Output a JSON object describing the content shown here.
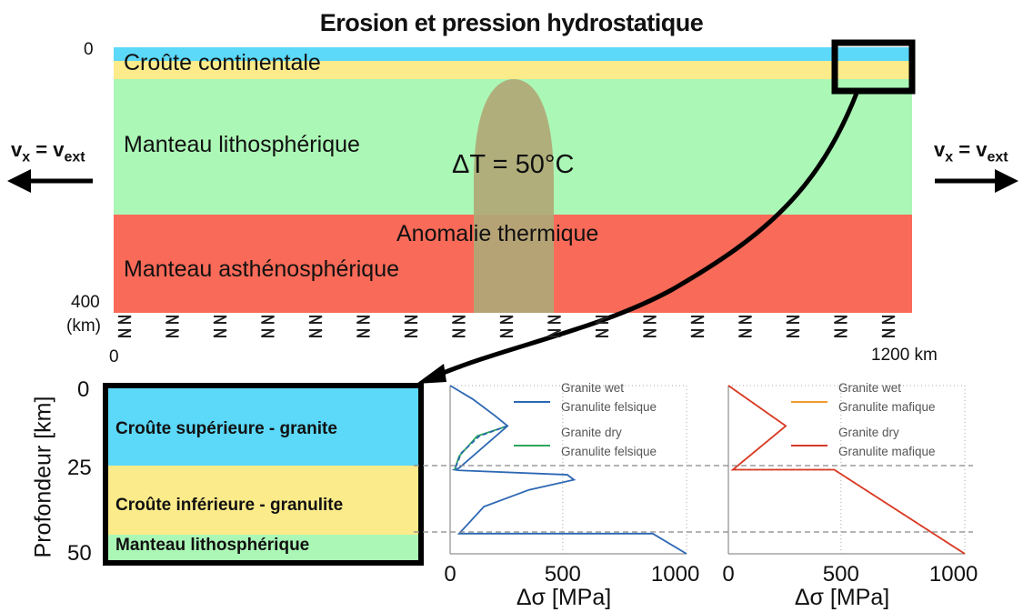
{
  "title": "Erosion et pression hydrostatique",
  "model": {
    "depth_top_label": "0",
    "depth_bottom_label": "400",
    "depth_unit_label": "(km)",
    "x_left_label": "0",
    "x_right_label": "1200 km",
    "layers": {
      "continental_crust": "Croûte continentale",
      "lithospheric_mantle": "Manteau lithosphérique",
      "asthenospheric_mantle": "Manteau asthénosphérique"
    },
    "anomaly": {
      "delta_t": "ΔT = 50°C",
      "label": "Anomalie thermique"
    },
    "boundary_left": {
      "v": "v",
      "sub_x": "x",
      "eq": " = ",
      "sub_ext": "ext"
    },
    "boundary_right": {
      "v": "v",
      "sub_x": "x",
      "eq": " = ",
      "sub_ext": "ext"
    }
  },
  "column": {
    "ylabel": "Profondeur [km]",
    "ticks": [
      "0",
      "25",
      "50"
    ],
    "layers": {
      "upper_crust": "Croûte supérieure - granite",
      "lower_crust": "Croûte inférieure - granulite",
      "mantle": "Manteau lithosphérique"
    }
  },
  "colors": {
    "crust_blue": "#5cd8f8",
    "crust_yellow": "#fbeb8a",
    "lithosphere_green": "#abf7b6",
    "asthenosphere_red": "#f96a58",
    "anomaly": "#b0a877",
    "blue_line": "#2c67b3",
    "green_line": "#2ca65c",
    "orange_line": "#f29b2b",
    "red_line": "#d83a28"
  },
  "chart_data": [
    {
      "type": "line",
      "xlabel": "Δσ [MPa]",
      "ylabel": "Profondeur [km]",
      "xlim": [
        0,
        1050
      ],
      "ylim": [
        50,
        0
      ],
      "xticks": [
        "0",
        "500",
        "1000"
      ],
      "series": [
        {
          "name": "Granite wet Granulite felsique",
          "style": "solid",
          "color": "#2c67b3",
          "x": [
            0,
            100,
            200,
            255,
            40,
            20,
            40,
            520,
            550,
            350,
            150,
            40,
            900,
            1050
          ],
          "y": [
            0,
            4,
            9,
            12,
            24.5,
            25,
            25.2,
            26.5,
            28,
            31,
            36,
            44,
            44,
            50
          ]
        },
        {
          "name": "Granite dry Granulite felsique",
          "style": "solid",
          "color": "#2ca65c",
          "x": [
            255,
            120,
            40,
            20
          ],
          "y": [
            12,
            15,
            21,
            25
          ]
        }
      ]
    },
    {
      "type": "line",
      "xlabel": "Δσ [MPa]",
      "ylabel": "Profondeur [km]",
      "xlim": [
        0,
        1050
      ],
      "ylim": [
        50,
        0
      ],
      "xticks": [
        "0",
        "500",
        "1000"
      ],
      "series": [
        {
          "name": "Granite wet Granulite mafique",
          "style": "dashed",
          "color": "#f29b2b",
          "x": [
            0,
            255,
            20,
            470,
            1050
          ],
          "y": [
            0,
            12,
            25,
            25,
            50
          ]
        },
        {
          "name": "Granite dry Granulite mafique",
          "style": "solid",
          "color": "#d83a28",
          "x": [
            0,
            255,
            20,
            470,
            1050
          ],
          "y": [
            0,
            12,
            25,
            25,
            50
          ]
        }
      ]
    }
  ]
}
